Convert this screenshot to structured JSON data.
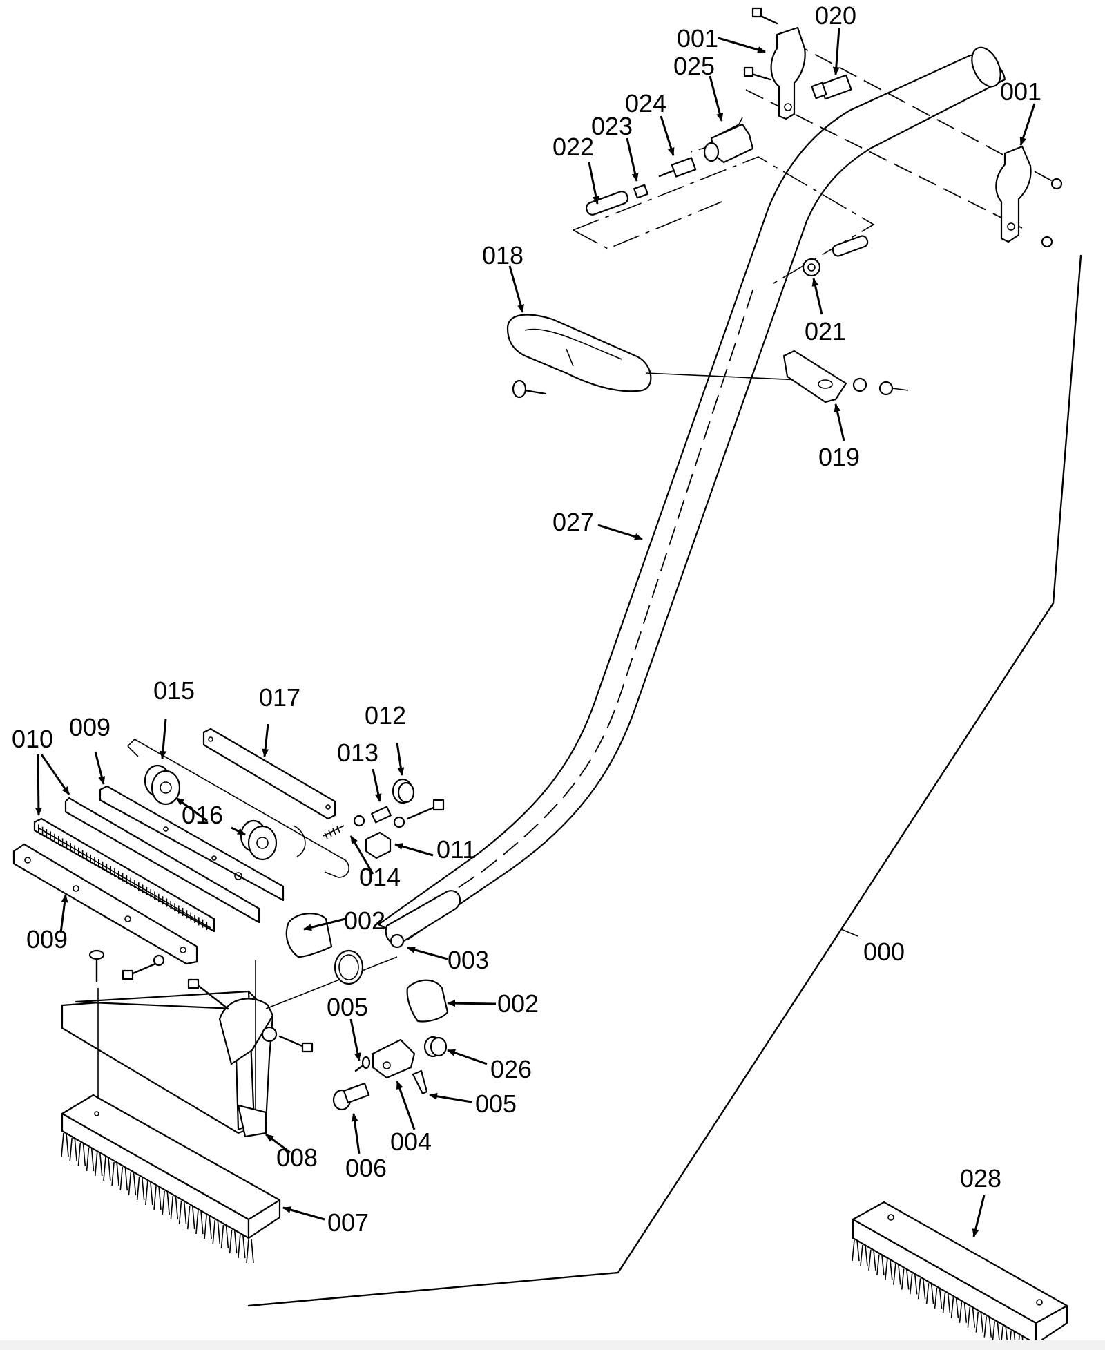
{
  "diagram": {
    "callouts": {
      "p000": "000",
      "p001a": "001",
      "p001b": "001",
      "p002a": "002",
      "p002b": "002",
      "p003": "003",
      "p004": "004",
      "p005a": "005",
      "p005b": "005",
      "p006": "006",
      "p007": "007",
      "p008": "008",
      "p009a": "009",
      "p009b": "009",
      "p010": "010",
      "p011": "011",
      "p012": "012",
      "p013": "013",
      "p014": "014",
      "p015": "015",
      "p016": "016",
      "p017": "017",
      "p018": "018",
      "p019": "019",
      "p020": "020",
      "p021": "021",
      "p022": "022",
      "p023": "023",
      "p024": "024",
      "p025": "025",
      "p026": "026",
      "p027": "027",
      "p028": "028"
    }
  }
}
